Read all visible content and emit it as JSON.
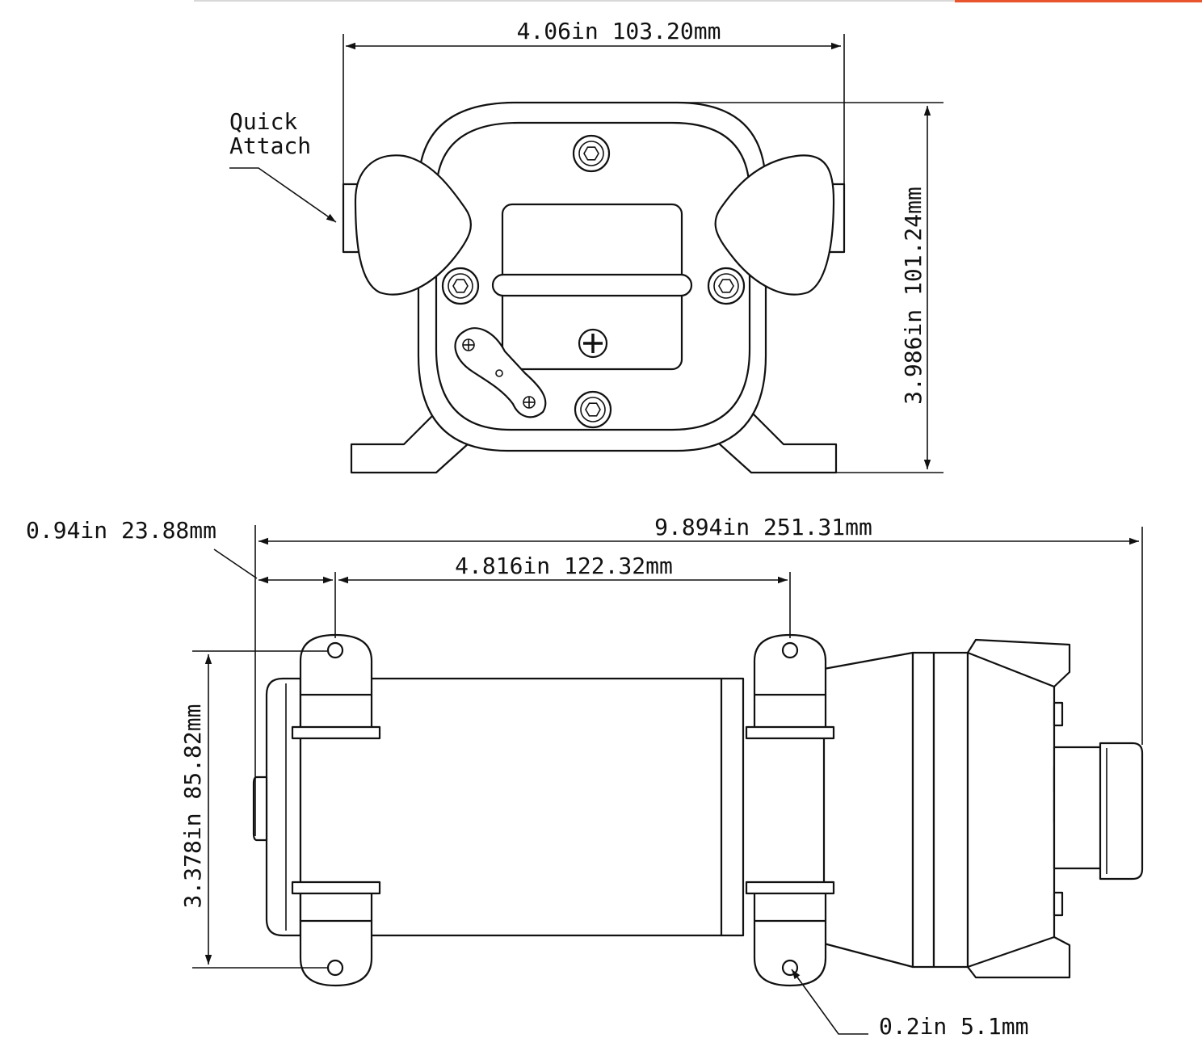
{
  "labels": {
    "quick_attach_line1": "Quick",
    "quick_attach_line2": "Attach",
    "top_width": "4.06in 103.20mm",
    "top_height": "3.986in 101.24mm",
    "total_length": "9.894in 251.31mm",
    "end_offset": "0.94in 23.88mm",
    "mount_spacing": "4.816in 122.32mm",
    "mount_height": "3.378in 85.82mm",
    "hole_diameter": "0.2in 5.1mm"
  },
  "colors": {
    "line": "#111111",
    "accent_bar": "#e8552d",
    "top_rule": "#d8d8d8"
  }
}
